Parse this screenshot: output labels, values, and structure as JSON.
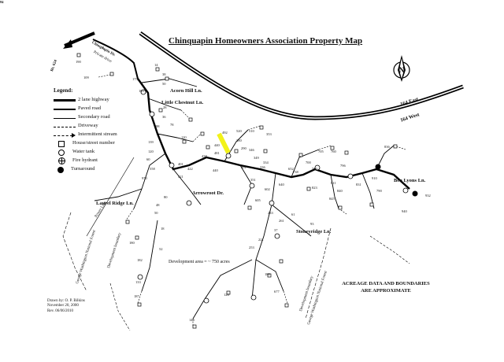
{
  "title": "Chinquapin Homeowners Association Property Map",
  "legend": {
    "heading": "Legend:",
    "items": [
      {
        "symbol": "two-lane-highway",
        "label": "2 lane highway"
      },
      {
        "symbol": "paved-road",
        "label": "Paved road"
      },
      {
        "symbol": "secondary-road",
        "label": "Secondary road"
      },
      {
        "symbol": "driveway",
        "label": "Driveway"
      },
      {
        "symbol": "intermittent-stream",
        "label": "Intermittent stream"
      },
      {
        "symbol": "house-square",
        "label": "House/street number"
      },
      {
        "symbol": "water-tank-circle",
        "label": "Water tank"
      },
      {
        "symbol": "fire-hydrant",
        "label": "Fire hydrant"
      },
      {
        "symbol": "turnaround-dot",
        "label": "Turnaround"
      }
    ]
  },
  "roads": {
    "highway_east": "164 East",
    "highway_west": "164 West",
    "chinquapin_dr": "Chinquapin Dr.",
    "private_drive": "Private drive",
    "acorn_hill": "Acorn Hill Ln.",
    "little_chestnut": "Little Chestnut Ln.",
    "arrowroot": "Arrowroot Dr.",
    "laurel_ridge": "Laurel Ridge Ln.",
    "stoneyridge": "Stoneyridge Ln.",
    "ben_lyons": "Ben Lyons Ln.",
    "rt_624": "Rt. 624",
    "power_line": "Power Line"
  },
  "boundaries": {
    "gw_forest_left": "George Washington National Forest",
    "dev_boundary_left": "Development boundary",
    "dev_boundary_right": "Development boundary",
    "gw_forest_right": "George Washington National Forest"
  },
  "notes": {
    "development_area": "Development area = ~ 750 acres",
    "acreage_line1": "ACREAGE DATA AND BOUNDARIES",
    "acreage_line2": "ARE APPROXIMATE",
    "drawn_by": "Drawn by: O. P. Bilkins",
    "date": "November 20, 2000",
    "revision": "Rev. 06/06/2010"
  },
  "compass": {
    "north": "N"
  },
  "highlight_color": "#f2f21a",
  "lot_numbers": [
    "8",
    "190",
    "109",
    "14",
    "175",
    "38",
    "50",
    "103",
    "28",
    "36",
    "78",
    "98",
    "110",
    "139",
    "120",
    "60",
    "401",
    "438",
    "422",
    "421",
    "440",
    "481",
    "492",
    "440",
    "520",
    "510",
    "380",
    "290",
    "346",
    "349",
    "353",
    "334",
    "336",
    "301",
    "351",
    "602",
    "605",
    "640",
    "652",
    "738",
    "700",
    "710",
    "705",
    "760",
    "796",
    "811",
    "840",
    "845",
    "831",
    "823",
    "836",
    "790",
    "910",
    "932",
    "940",
    "558",
    "970",
    "80",
    "48",
    "50",
    "18",
    "52",
    "180",
    "182",
    "133",
    "187",
    "221",
    "253",
    "61",
    "93",
    "180",
    "677",
    "126",
    "144",
    "233",
    "261",
    "37",
    "72",
    "84"
  ]
}
